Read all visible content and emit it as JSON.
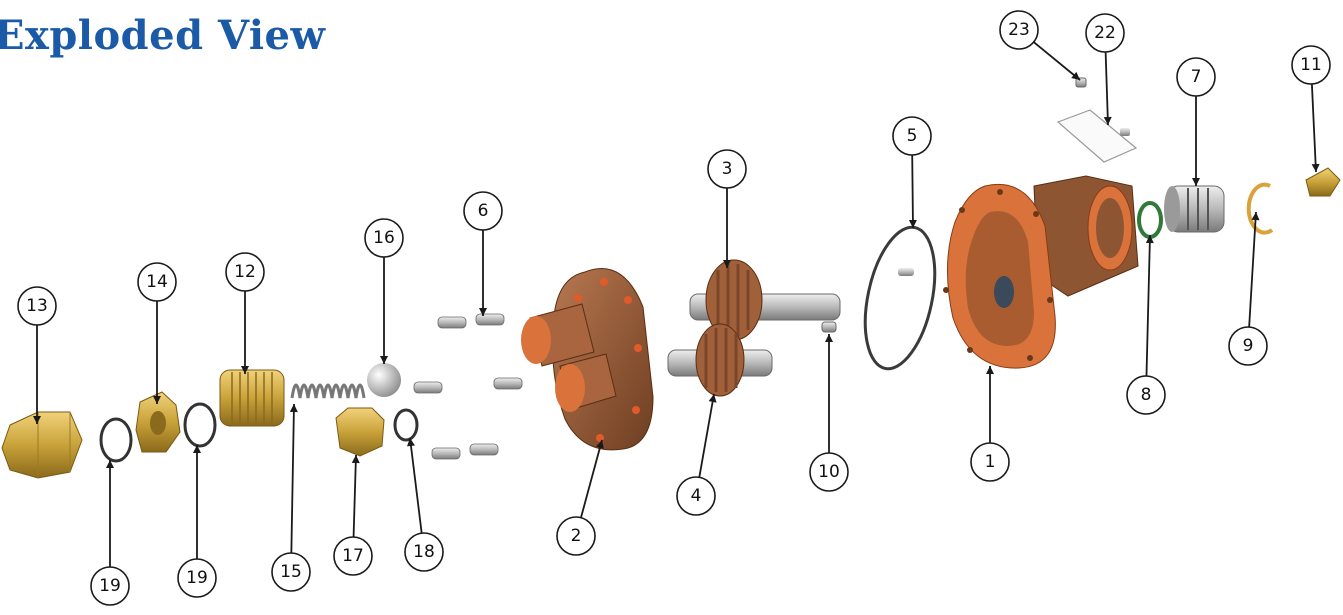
{
  "title": "Exploded View",
  "callouts": [
    "23",
    "22",
    "7",
    "11",
    "5",
    "3",
    "6",
    "16",
    "12",
    "14",
    "13",
    "9",
    "8",
    "1",
    "10",
    "4",
    "2",
    "18",
    "17",
    "15",
    "19",
    "19"
  ],
  "colors": {
    "title": "#1a5aa6",
    "bronze": "#9a5a38",
    "copper_face": "#d9733b",
    "brass": "#c9a23a",
    "steel": "#b8b8b8",
    "gasket": "#3a3a3a",
    "oring_green": "#2f7a3a"
  }
}
